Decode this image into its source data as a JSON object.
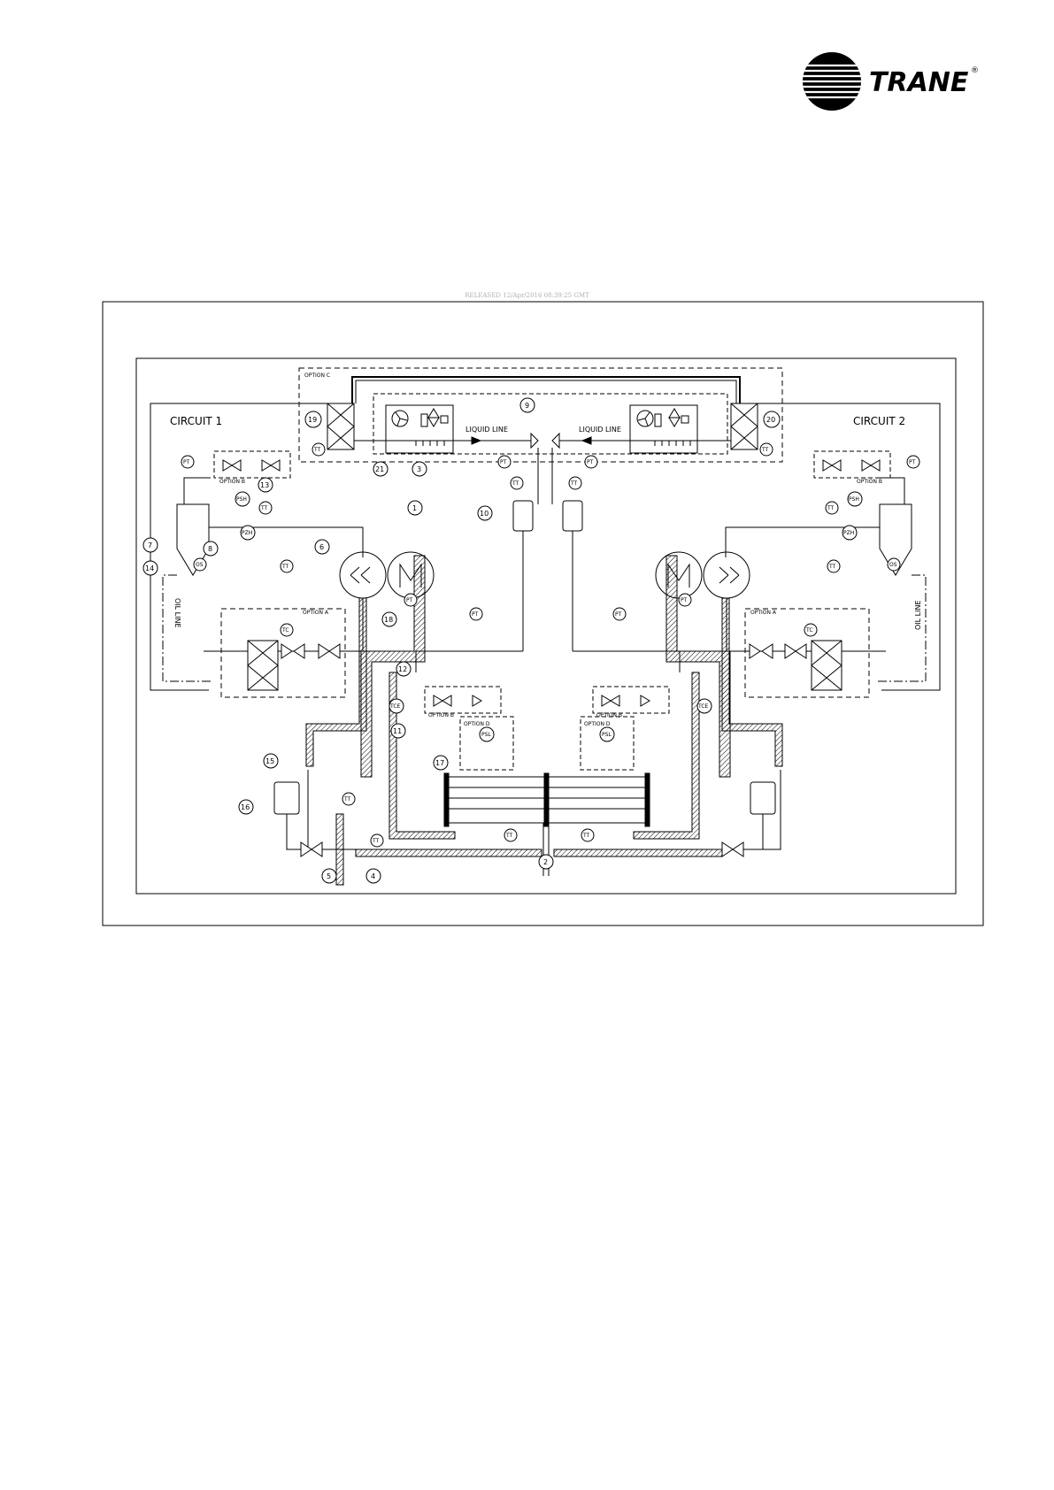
{
  "brand": {
    "name": "TRANE",
    "registered": "®"
  },
  "release_stamp": "RELEASED 12/Apr/2016 08:39:25 GMT",
  "circuits": {
    "left": "CIRCUIT 1",
    "right": "CIRCUIT 2"
  },
  "line_labels": {
    "liquid_left": "LIQUID LINE",
    "liquid_right": "LIQUID LINE",
    "oil_left": "OIL LINE",
    "oil_right": "OIL LINE"
  },
  "options": {
    "a": "OPTION A",
    "b": "OPTION B",
    "c": "OPTION C",
    "d": "OPTION D"
  },
  "instruments": {
    "pt": "PT",
    "tt": "TT",
    "tc": "TC",
    "psh": "PSH",
    "pzh": "PZH",
    "psl": "PSL",
    "os": "OS",
    "tce": "TCE"
  },
  "callouts": [
    "1",
    "2",
    "3",
    "4",
    "5",
    "6",
    "7",
    "8",
    "9",
    "10",
    "11",
    "12",
    "13",
    "14",
    "15",
    "16",
    "17",
    "18",
    "19",
    "20",
    "21"
  ]
}
